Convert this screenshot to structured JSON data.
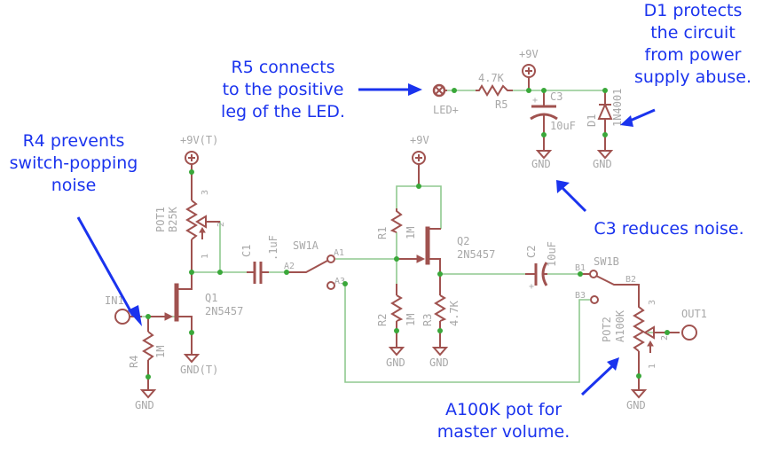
{
  "annotations": {
    "r4": "R4 prevents\nswitch-popping\nnoise",
    "r5": "R5 connects\nto the positive\nleg of the LED.",
    "d1": "D1 protects\nthe circuit\nfrom power\nsupply abuse.",
    "c3": "C3 reduces noise.",
    "pot2": "A100K pot for\nmaster volume."
  },
  "components": {
    "in1": {
      "name": "IN1"
    },
    "out1": {
      "name": "OUT1"
    },
    "r4": {
      "name": "R4",
      "value": "1M"
    },
    "r1": {
      "name": "R1",
      "value": "1M"
    },
    "r2": {
      "name": "R2",
      "value": "1M"
    },
    "r3": {
      "name": "R3",
      "value": "4.7K"
    },
    "r5": {
      "name": "R5",
      "value": "4.7K"
    },
    "pot1": {
      "name": "POT1",
      "value": "B25K"
    },
    "pot2": {
      "name": "POT2",
      "value": "A100K"
    },
    "c1": {
      "name": "C1",
      "value": ".1uF"
    },
    "c2": {
      "name": "C2",
      "value": "10uF"
    },
    "c3": {
      "name": "C3",
      "value": "10uF"
    },
    "q1": {
      "name": "Q1",
      "value": "2N5457"
    },
    "q2": {
      "name": "Q2",
      "value": "2N5457"
    },
    "d1": {
      "name": "D1",
      "value": "1N4001"
    },
    "sw1a": {
      "name": "SW1A",
      "pins": [
        "A1",
        "A2",
        "A3"
      ]
    },
    "sw1b": {
      "name": "SW1B",
      "pins": [
        "B1",
        "B2",
        "B3"
      ]
    },
    "led": {
      "name": "LED+"
    }
  },
  "supplies": {
    "v9t": "+9V(T)",
    "v9": "+9V",
    "gnd": "GND",
    "gndt": "GND(T)"
  },
  "pot_pins": [
    "1",
    "2",
    "3"
  ]
}
